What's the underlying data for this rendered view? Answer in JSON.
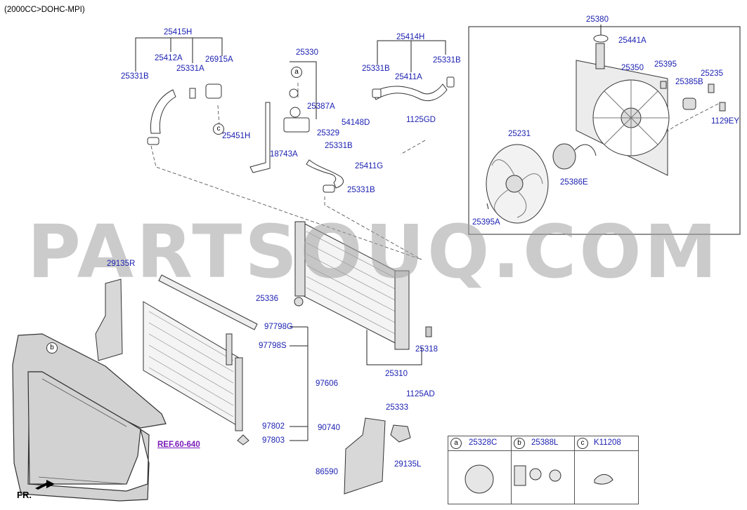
{
  "engine": "(2000CC>DOHC-MPI)",
  "watermark": "PARTSOUQ.COM",
  "front_label": "FR.",
  "ref_link": "REF.60-640",
  "callouts": {
    "a": "a",
    "b": "b",
    "c": "c"
  },
  "parts": {
    "p25415H": "25415H",
    "p25412A": "25412A",
    "p25331A": "25331A",
    "p26915A": "26915A",
    "p25331B_1": "25331B",
    "p25330": "25330",
    "p25414H": "25414H",
    "p25331B_2": "25331B",
    "p25331B_3": "25331B",
    "p25411A": "25411A",
    "p25387A": "25387A",
    "p54148D": "54148D",
    "p25329": "25329",
    "p25451H": "25451H",
    "p18743A": "18743A",
    "p25331B_4": "25331B",
    "p25411G": "25411G",
    "p25331B_5": "25331B",
    "p1125GD": "1125GD",
    "p25380": "25380",
    "p25441A": "25441A",
    "p25350": "25350",
    "p25395": "25395",
    "p25235": "25235",
    "p25385B": "25385B",
    "p1129EY": "1129EY",
    "p25231": "25231",
    "p25386E": "25386E",
    "p25395A": "25395A",
    "p29135R": "29135R",
    "p25336": "25336",
    "p97798G": "97798G",
    "p97798S": "97798S",
    "p97606": "97606",
    "p97802": "97802",
    "p97803": "97803",
    "p25318": "25318",
    "p25310": "25310",
    "p1125AD": "1125AD",
    "p25333": "25333",
    "p90740": "90740",
    "p86590": "86590",
    "p29135L": "29135L"
  },
  "legend": [
    {
      "letter": "a",
      "part": "25328C"
    },
    {
      "letter": "b",
      "part": "25388L"
    },
    {
      "letter": "c",
      "part": "K11208"
    }
  ]
}
